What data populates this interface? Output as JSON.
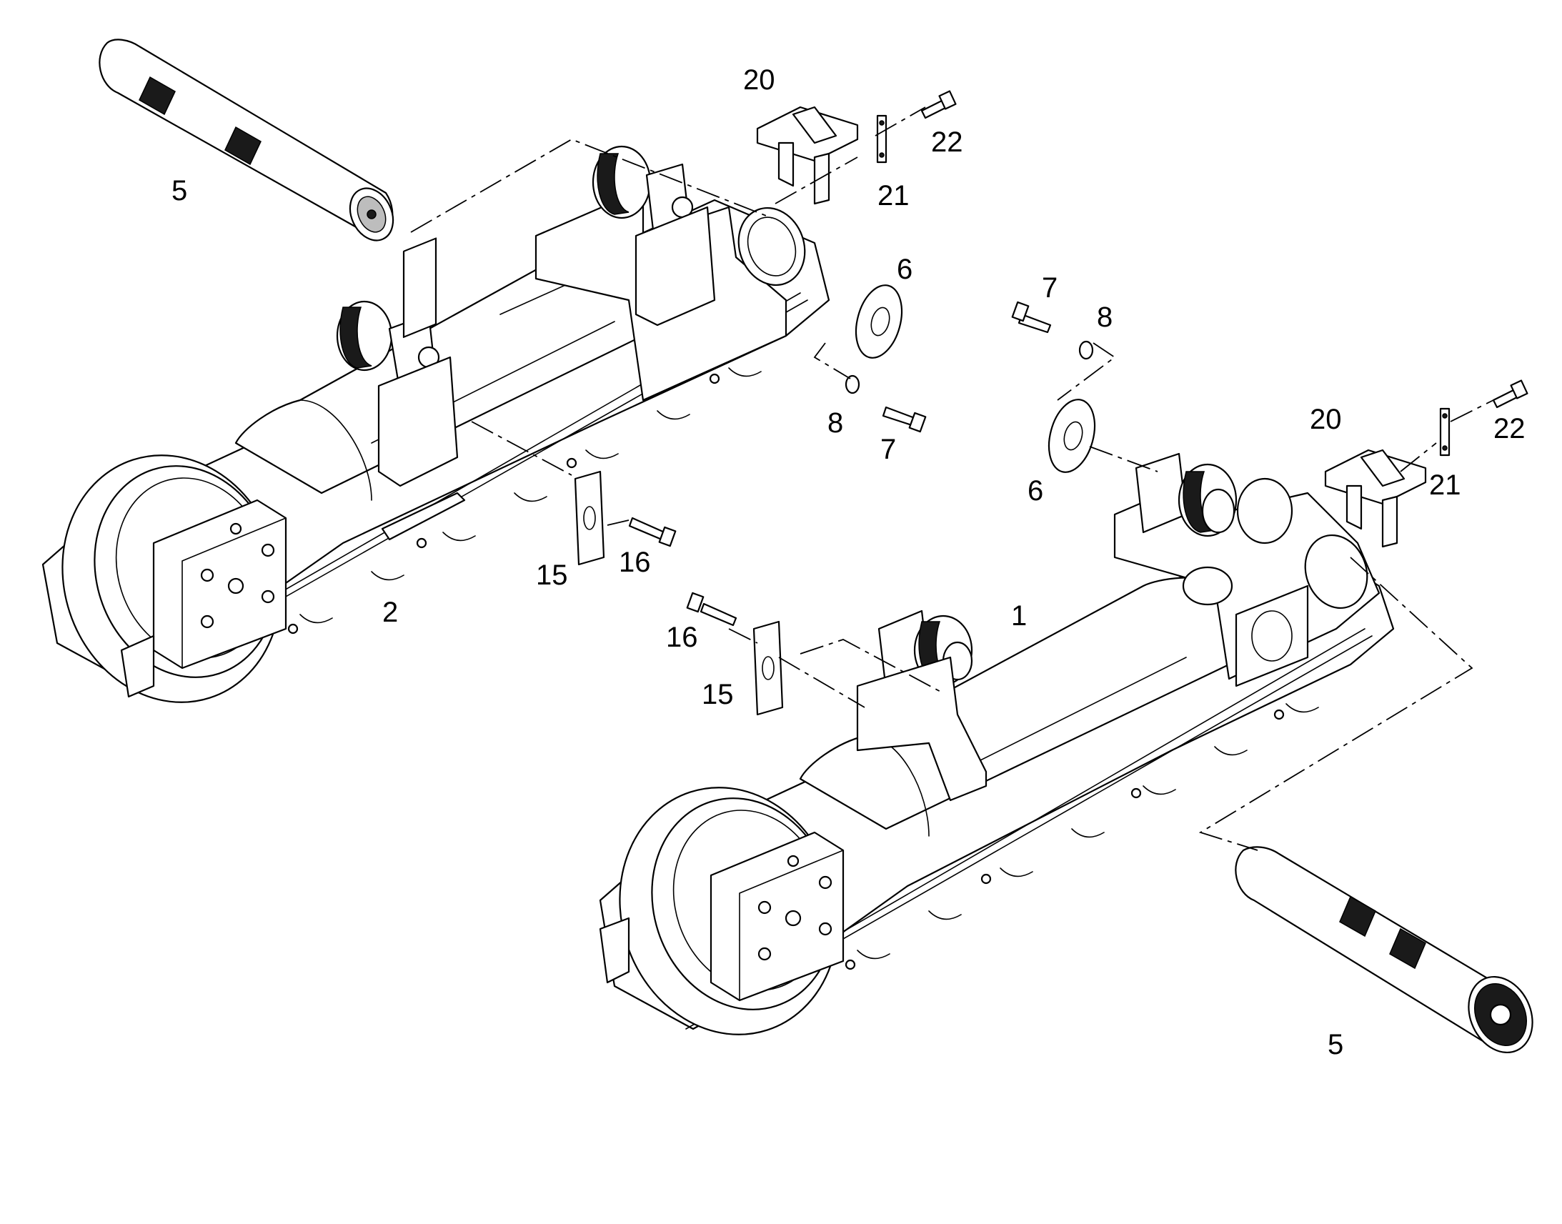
{
  "labels": {
    "item_1": "1",
    "item_2": "2",
    "item_5_top": "5",
    "item_5_bottom": "5",
    "item_6_top": "6",
    "item_6_bottom": "6",
    "item_7_top": "7",
    "item_7_bottom": "7",
    "item_8_top": "8",
    "item_8_bottom": "8",
    "item_15_left": "15",
    "item_15_right": "15",
    "item_16_left": "16",
    "item_16_right": "16",
    "item_20_left": "20",
    "item_20_right": "20",
    "item_21_left": "21",
    "item_21_right": "21",
    "item_22_left": "22",
    "item_22_right": "22"
  }
}
